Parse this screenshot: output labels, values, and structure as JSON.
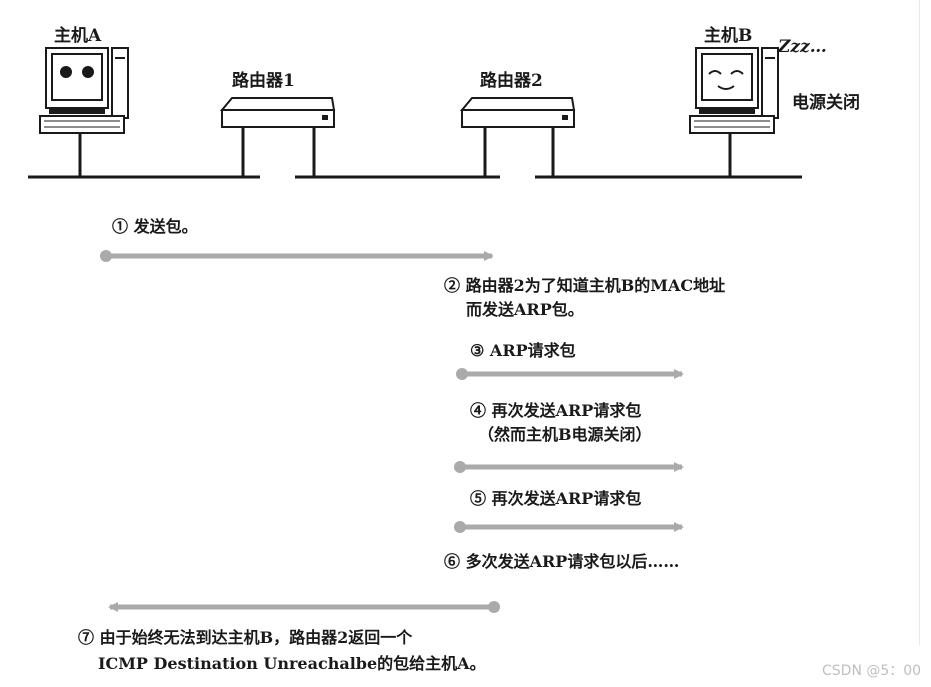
{
  "nodes": {
    "host_a": "主机A",
    "host_b": "主机B",
    "router1": "路由器1",
    "router2": "路由器2",
    "sleep": "Zzz…",
    "power_off": "电源关闭"
  },
  "steps": {
    "s1": "① 发送包。",
    "s2_line1": "② 路由器2为了知道主机B的MAC地址",
    "s2_line2": "而发送ARP包。",
    "s3": "③ ARP请求包",
    "s4_line1": "④ 再次发送ARP请求包",
    "s4_line2": "（然而主机B电源关闭）",
    "s5": "⑤ 再次发送ARP请求包",
    "s6": "⑥ 多次发送ARP请求包以后……",
    "s7_line1": "⑦ 由于始终无法到达主机B，路由器2返回一个",
    "s7_line2": "ICMP Destination Unreachalbe的包给主机A。"
  },
  "watermark": "CSDN @5：00",
  "colors": {
    "arrow": "#aaaaaa",
    "ink": "#1a1a1a",
    "device_fill": "#ffffff"
  }
}
